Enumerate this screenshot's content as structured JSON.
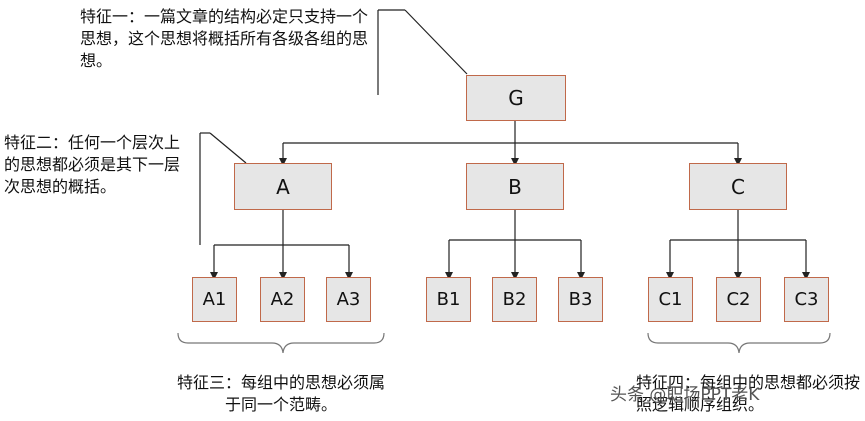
{
  "nodes": {
    "g": "G",
    "a": "A",
    "b": "B",
    "c": "C",
    "a1": "A1",
    "a2": "A2",
    "a3": "A3",
    "b1": "B1",
    "b2": "B2",
    "b3": "B3",
    "c1": "C1",
    "c2": "C2",
    "c3": "C3"
  },
  "notes": {
    "feature1": "特征一：一篇文章的结构必定只支持一个思想，这个思想将概括所有各级各组的思想。",
    "feature2": "特征二：任何一个层次上的思想都必须是其下一层次思想的概括。",
    "feature3": "特征三：每组中的思想必须属于同一个范畴。",
    "feature4": "特征四：每组中的思想都必须按照逻辑顺序组织。"
  },
  "watermark": "头条 @职场PPT老K"
}
